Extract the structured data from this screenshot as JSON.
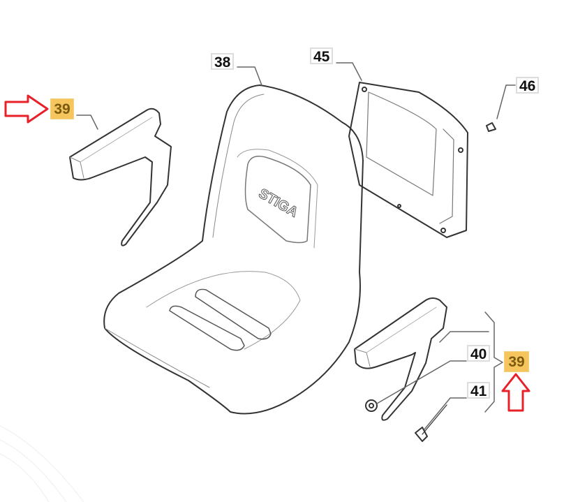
{
  "diagram": {
    "title": "Seat assembly exploded view",
    "brand_logo_text": "STIGA",
    "callouts": [
      {
        "id": "38",
        "label": "38",
        "highlighted": false
      },
      {
        "id": "45",
        "label": "45",
        "highlighted": false
      },
      {
        "id": "46",
        "label": "46",
        "highlighted": false
      },
      {
        "id": "39-left",
        "label": "39",
        "highlighted": true
      },
      {
        "id": "40",
        "label": "40",
        "highlighted": false
      },
      {
        "id": "41",
        "label": "41",
        "highlighted": false
      },
      {
        "id": "39-right",
        "label": "39",
        "highlighted": true
      }
    ],
    "colors": {
      "highlight": "#f7c55e",
      "arrow": "#e8202a",
      "line": "#333333"
    }
  }
}
